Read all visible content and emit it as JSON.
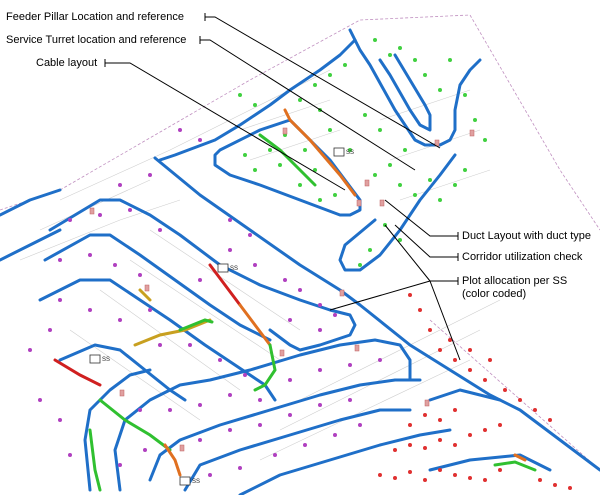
{
  "callouts": {
    "feeder_pillar": "Feeder Pillar Location and reference",
    "service_turret": "Service Turret location and reference",
    "cable_layout": "Cable layout",
    "duct_layout": "Duct Layout with  duct type",
    "corridor_check": "Corridor utilization check",
    "plot_allocation_line1": "Plot allocation per SS",
    "plot_allocation_line2": "(color coded)"
  },
  "substation_labels": {
    "ss_top": "SS",
    "ss_mid": "SS",
    "ss_left": "SS",
    "ss_bottom": "SS"
  },
  "colors": {
    "duct": "#1f6fc8",
    "cable_orange": "#e07020",
    "cable_red": "#d02020",
    "cable_green": "#30c030",
    "cable_yellow": "#c8a020",
    "plot_green": "#40d040",
    "plot_magenta": "#b040c0",
    "plot_red": "#e03030",
    "boundary": "#c090c0",
    "road_edge": "#c8c8c8"
  }
}
